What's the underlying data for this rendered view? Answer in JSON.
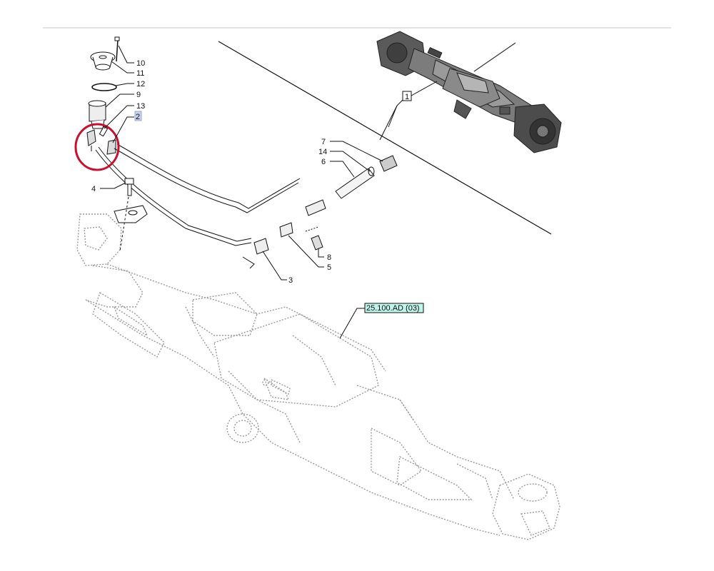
{
  "diagram": {
    "callouts": {
      "c1": "1",
      "c2": "2",
      "c3": "3",
      "c4": "4",
      "c5": "5",
      "c6": "6",
      "c7": "7",
      "c8": "8",
      "c9": "9",
      "c10": "10",
      "c11": "11",
      "c12": "12",
      "c13": "13",
      "c14": "14"
    },
    "reference_label": "25.100.AD (03)"
  },
  "colors": {
    "line": "#111111",
    "dashed": "#9a9a9a",
    "highlight_circle": "#c8102e",
    "selected_callout_fill": "#c9d3ee",
    "reference_fill": "#bff5ea"
  },
  "icons": [
    "axle-assembly-icon",
    "axle-housing-outline-icon",
    "breather-assembly-icon"
  ]
}
